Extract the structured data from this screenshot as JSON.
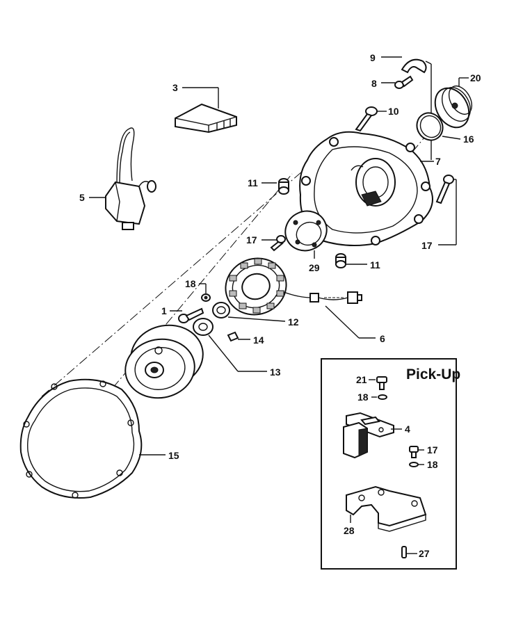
{
  "inset": {
    "title": "Pick-Up"
  },
  "labels": {
    "p1": "1",
    "p3": "3",
    "p4": "4",
    "p5": "5",
    "p6": "6",
    "p7": "7",
    "p8": "8",
    "p9": "9",
    "p10": "10",
    "p11a": "11",
    "p11b": "11",
    "p12": "12",
    "p13": "13",
    "p14": "14",
    "p15": "15",
    "p16": "16",
    "p17a": "17",
    "p17b": "17",
    "p17c": "17",
    "p18a": "18",
    "p18b": "18",
    "p18c": "18",
    "p20": "20",
    "p21": "21",
    "p27": "27",
    "p28": "28",
    "p29": "29"
  }
}
